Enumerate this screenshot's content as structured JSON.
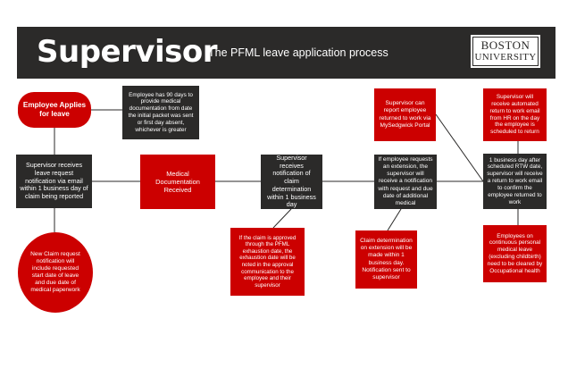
{
  "header": {
    "title": "Supervisor",
    "subtitle": "The PFML leave application process",
    "logo_line1": "BOSTON",
    "logo_line2": "UNIVERSITY"
  },
  "nodes": {
    "employee_applies": "Employee Applies for leave",
    "ninety_days": "Employee has 90 days to provide medical documentation from date the initial packet was sent or first day absent, whichever is greater",
    "supervisor_receives_request": "Supervisor receives leave request notification via email within 1 business day of claim being reported",
    "new_claim": "New Claim request notification will include requested start date of leave and due date of medical paperwork",
    "medical_doc": "Medical Documentation Received",
    "claim_determination": "Supervisor receives notification of claim determination within 1 business day",
    "pfml_exhaustion": "If the claim is approved through the PFML exhaustion date, the exhaustion date will be noted in the approval communication to the employee and their supervisor",
    "report_returned": "Supervisor can report employee returned to work via MySedgwick Portal",
    "extension_request": "If employee requests an extension, the supervisor will receive a notification with request and due date of additional medical",
    "extension_determination": "Claim determination on extension will be made within 1 business day. Notification sent to supervisor",
    "auto_rtw_email": "Supervisor will receive automated return to work email from HR on the day the employee is scheduled to return",
    "rtw_confirm": "1 business day after scheduled RTW date, supervisor will receive a return to work email to confirm the employee returned to work",
    "occ_health": "Employees on continuous personal medical leave (excluding childbirth) need to be cleared by Occupational health"
  },
  "colors": {
    "dark": "#2b2a29",
    "red": "#cc0000",
    "text": "#ffffff"
  }
}
